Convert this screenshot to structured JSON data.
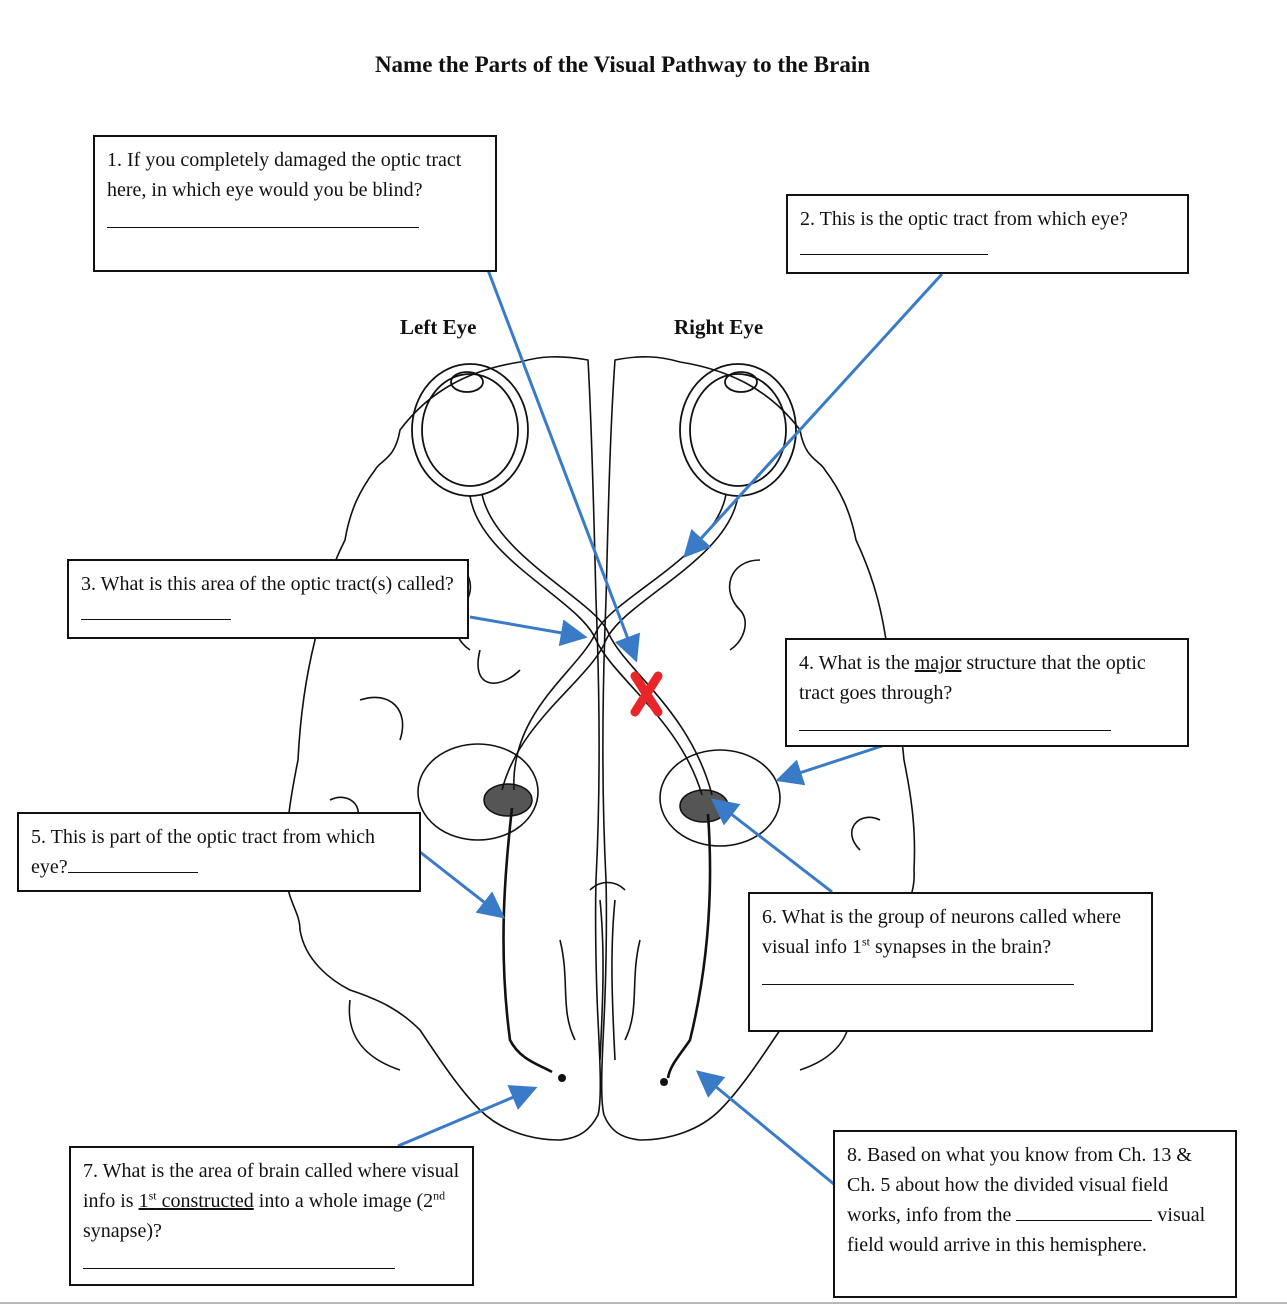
{
  "title": "Name the Parts of the Visual Pathway to the Brain",
  "labels": {
    "left_eye": "Left Eye",
    "right_eye": "Right Eye"
  },
  "questions": {
    "q1": {
      "text": "1. If you completely damaged the optic tract here, in which eye would you be blind?"
    },
    "q2": {
      "text": "2. This is the optic tract from which eye?"
    },
    "q3": {
      "text": "3. What is this area of the optic tract(s) called?"
    },
    "q4": {
      "pre": "4. What is the ",
      "underlined": "major",
      "post": " structure that the optic tract goes through?"
    },
    "q5": {
      "text": "5. This is part of the optic tract from which eye?"
    },
    "q6": {
      "pre": "6. What is the group of neurons called where visual info 1",
      "sup": "st",
      "post": " synapses in the brain?"
    },
    "q7": {
      "pre": "7. What is the area of brain called where visual info is ",
      "underlined_main": "1",
      "underlined_sup": "st",
      "underlined_rest": " constructed",
      "mid": " into a whole image (2",
      "sup2": "nd",
      "post": " synapse)?"
    },
    "q8": {
      "pre": "8. Based on what you know from Ch. 13 & Ch. 5 about how the divided visual field works, info from the ",
      "post": " visual field would arrive in this hemisphere."
    }
  },
  "colors": {
    "arrow": "#3a7bc8",
    "damage_mark": "#e8262a",
    "line": "#111111"
  },
  "icons": {
    "damage_mark": "red-x-icon"
  }
}
